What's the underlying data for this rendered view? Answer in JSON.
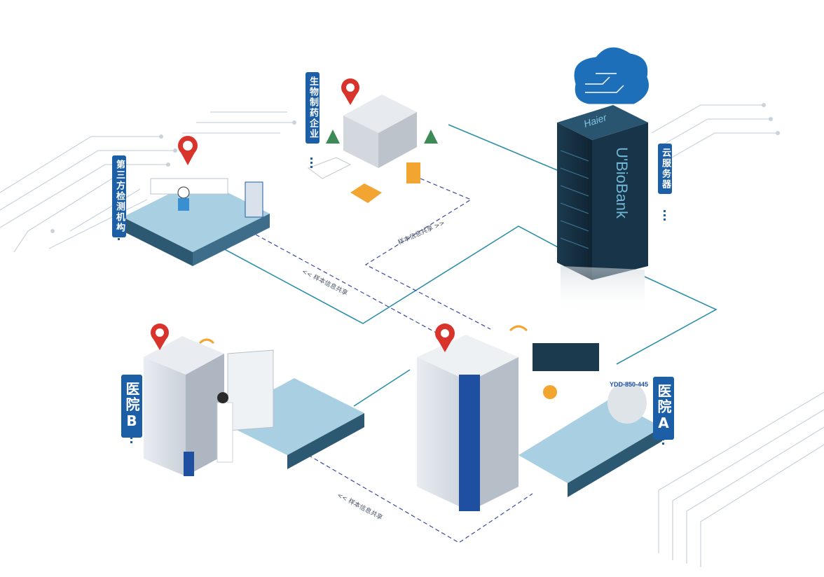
{
  "nodes": {
    "third_party_lab": {
      "label": "第三方检测机构"
    },
    "biopharma": {
      "label": "生物制药企业"
    },
    "cloud_server": {
      "label": "云服务器",
      "brand": "Haier",
      "product": "U'BioBank"
    },
    "hospital_b": {
      "label": "医院B"
    },
    "hospital_a": {
      "label": "医院A",
      "tank_label": "YDD-850-445"
    }
  },
  "flows": {
    "flow_lab": "<< 样本信息共享",
    "flow_pharma": "样本信息共享 >>",
    "flow_hospitals": "<< 样本信息共享"
  },
  "colors": {
    "accent": "#1c5fa6",
    "link_line": "#2d8fa8",
    "platform": "#a9cfe2",
    "marker": "#d9342b"
  }
}
